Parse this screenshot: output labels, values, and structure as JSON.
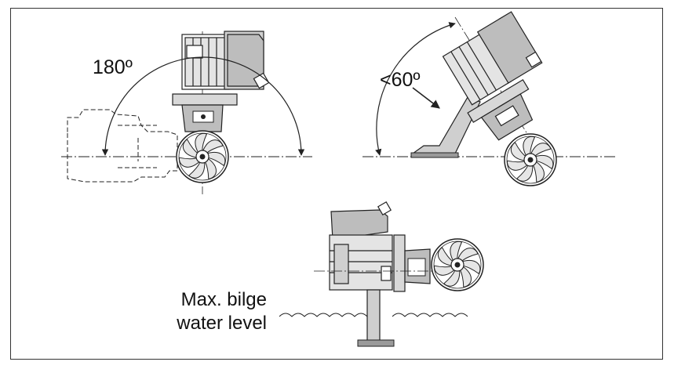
{
  "labels": {
    "rotation_angle": "180º",
    "tilt_angle": "<60º",
    "bilge_line1": "Max. bilge",
    "bilge_line2": "water level"
  },
  "colors": {
    "line": "#222222",
    "fill_light": "#d6d6d6",
    "fill_mid": "#bdbdbd",
    "fill_dark": "#8a8a8a",
    "background": "#ffffff"
  }
}
